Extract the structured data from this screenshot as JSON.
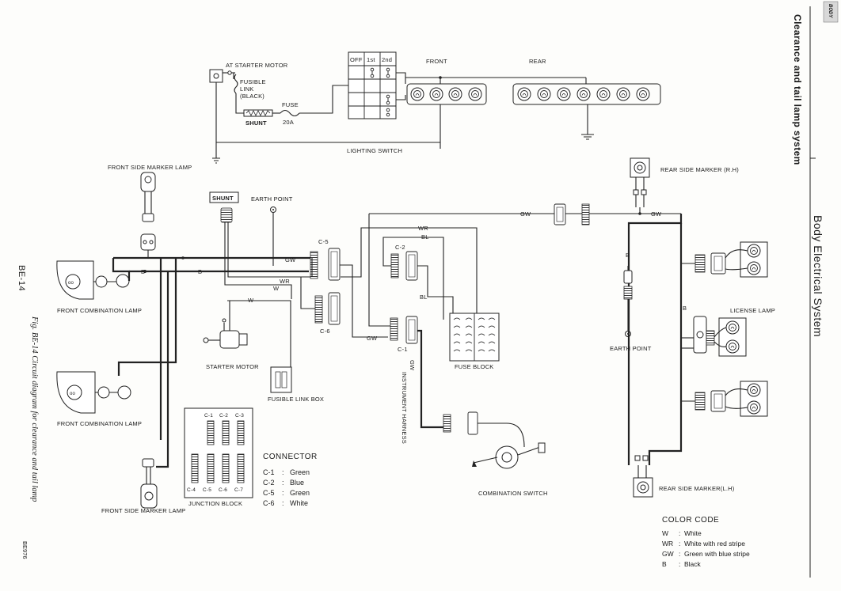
{
  "header": {
    "section": "Body Electrical System",
    "subsection": "Clearance and tail lamp system",
    "corner": "BODY"
  },
  "page_number": "BE-14",
  "figure": {
    "caption": "Fig. BE-14 Circuit diagram for clearance and tail lamp",
    "code": "BE976"
  },
  "labels": {
    "at_starter_motor": "AT STARTER MOTOR",
    "fusible_link_1": "FUSIBLE",
    "fusible_link_2": "LINK",
    "fusible_link_3": "(BLACK)",
    "shunt_small": "SHUNT",
    "fuse_1": "FUSE",
    "fuse_2": "20A",
    "front": "FRONT",
    "rear": "REAR",
    "lighting_switch": "LIGHTING SWITCH",
    "switch_off": "OFF",
    "switch_1st": "1st",
    "switch_2nd": "2nd",
    "front_side_marker_top": "FRONT SIDE MARKER LAMP",
    "front_side_marker_bottom": "FRONT SIDE MARKER LAMP",
    "front_combination_top": "FRONT COMBINATION LAMP",
    "front_combination_bottom": "FRONT COMBINATION LAMP",
    "shunt_box": "SHUNT",
    "earth_point_top": "EARTH POINT",
    "earth_point_right": "EARTH POINT",
    "starter_motor": "STARTER MOTOR",
    "fusible_link_box": "FUSIBLE LINK BOX",
    "junction_block": "JUNCTION BLOCK",
    "instrument_harness": "INSTRUMENT HARNESS",
    "fuse_block": "FUSE BLOCK",
    "combination_switch": "COMBINATION SWITCH",
    "rear_side_marker_rh": "REAR SIDE MARKER (R.H)",
    "rear_side_marker_lh": "REAR SIDE MARKER(L.H)",
    "license_lamp": "LICENSE LAMP",
    "c5": "C-5",
    "c6": "C-6",
    "c2": "C-2",
    "c1": "C-1",
    "jb_c1": "C-1",
    "jb_c2": "C-2",
    "jb_c3": "C-3",
    "jb_c4": "C-4",
    "jb_c5": "C-5",
    "jb_c6": "C-6",
    "jb_c7": "C-7"
  },
  "wire_tags": {
    "gw_1": "GW",
    "gw_2": "GW",
    "gw_3": "GW",
    "gw_4": "GW",
    "gw_5": "GW",
    "wr_1": "WR",
    "wr_2": "WR",
    "w_1": "W",
    "w_2": "W",
    "b_1": "B",
    "b_2": "B",
    "b_3": "B",
    "b_4": "B",
    "bl_1": "BL",
    "bl_2": "BL"
  },
  "connector_legend": {
    "title": "CONNECTOR",
    "rows": [
      {
        "code": "C-1",
        "color": "Green"
      },
      {
        "code": "C-2",
        "color": "Blue"
      },
      {
        "code": "C-5",
        "color": "Green"
      },
      {
        "code": "C-6",
        "color": "White"
      }
    ]
  },
  "color_code_legend": {
    "title": "COLOR CODE",
    "rows": [
      {
        "code": "W",
        "meaning": "White"
      },
      {
        "code": "WR",
        "meaning": "White with red stripe"
      },
      {
        "code": "GW",
        "meaning": "Green with blue stripe"
      },
      {
        "code": "B",
        "meaning": "Black"
      }
    ]
  },
  "colors": {
    "ink": "#1a1a1a",
    "paper": "#fdfdfb"
  }
}
